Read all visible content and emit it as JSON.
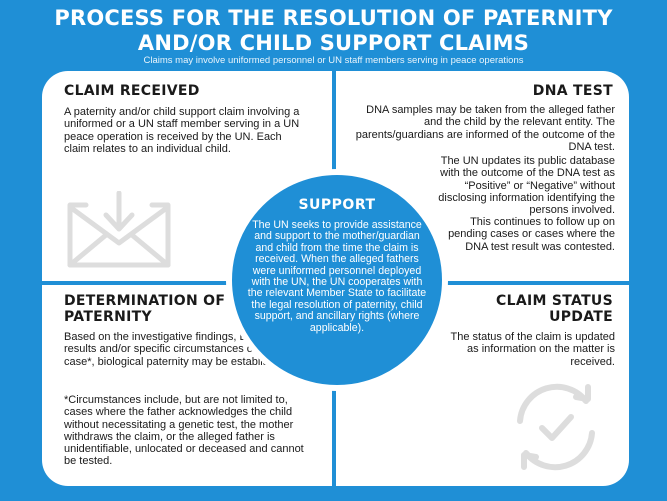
{
  "header": {
    "title_line1": "PROCESS FOR THE RESOLUTION OF PATERNITY",
    "title_line2": "AND/OR CHILD SUPPORT CLAIMS",
    "subtitle": "Claims may involve uniformed personnel or UN staff members serving in peace operations"
  },
  "claim_received": {
    "heading": "CLAIM RECEIVED",
    "text": "A paternity and/or child support claim involving a uniformed or a UN staff member serving in a UN peace operation is received by the UN. Each claim relates to an individual child.",
    "icon": "envelope-download-icon"
  },
  "dna_test": {
    "heading": "DNA TEST",
    "text1": "DNA samples may be taken from the alleged father and the child by the relevant entity. The parents/guardians are informed of the outcome of the DNA test.",
    "text2": "The UN updates its public database with the outcome of the DNA test as “Positive” or “Negative” without disclosing information identifying the persons involved.",
    "text3": "This continues to follow up on pending cases or cases where the DNA test result was contested."
  },
  "determination": {
    "heading": "DETERMINATION OF PATERNITY",
    "text1": "Based on the investigative findings, DNA test results and/or specific circumstances of each case*, biological paternity may be established.",
    "text2": "*Circumstances include, but are not limited to, cases where the father acknowledges the child without necessitating a genetic test, the mother withdraws the claim, or the alleged father is unidentifiable, unlocated or deceased and cannot be tested."
  },
  "claim_status": {
    "heading": "CLAIM STATUS UPDATE",
    "text": "The status of the claim is updated as information on the matter is received.",
    "icon": "refresh-check-icon"
  },
  "support": {
    "heading": "SUPPORT",
    "text": "The UN seeks to provide assistance and support to the mother/guardian and child from the time the claim is received. When the alleged fathers were uniformed personnel deployed with the UN, the UN cooperates with the relevant Member State to facilitate the legal resolution of paternity, child support, and ancillary rights (where applicable)."
  },
  "colors": {
    "background": "#1f8fd6",
    "card": "#ffffff",
    "icon_gray": "#dddddd"
  }
}
